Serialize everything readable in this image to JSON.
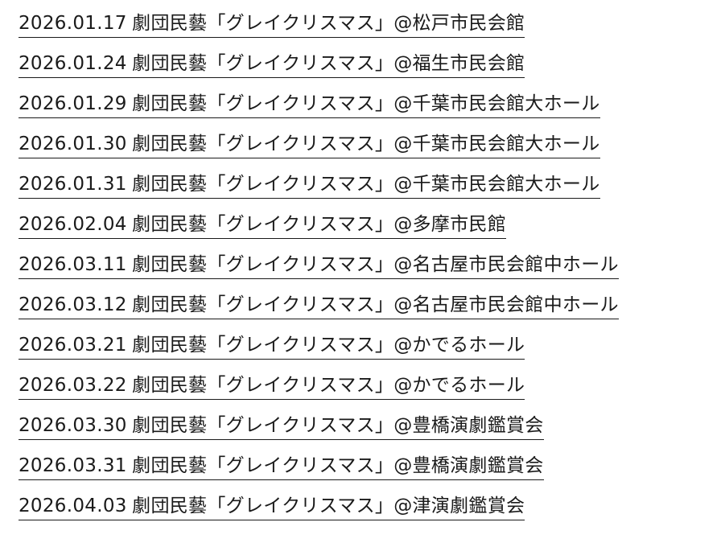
{
  "performances": [
    {
      "date": "2026.01.17",
      "title": "劇団民藝「グレイクリスマス」",
      "venue": "@松戸市民会館"
    },
    {
      "date": "2026.01.24",
      "title": "劇団民藝「グレイクリスマス」",
      "venue": "@福生市民会館"
    },
    {
      "date": "2026.01.29",
      "title": "劇団民藝「グレイクリスマス」",
      "venue": "@千葉市民会館大ホール"
    },
    {
      "date": "2026.01.30",
      "title": "劇団民藝「グレイクリスマス」",
      "venue": "@千葉市民会館大ホール"
    },
    {
      "date": "2026.01.31",
      "title": "劇団民藝「グレイクリスマス」",
      "venue": "@千葉市民会館大ホール"
    },
    {
      "date": "2026.02.04",
      "title": "劇団民藝「グレイクリスマス」",
      "venue": "@多摩市民館"
    },
    {
      "date": "2026.03.11",
      "title": "劇団民藝「グレイクリスマス」",
      "venue": "@名古屋市民会館中ホール"
    },
    {
      "date": "2026.03.12",
      "title": "劇団民藝「グレイクリスマス」",
      "venue": "@名古屋市民会館中ホール"
    },
    {
      "date": "2026.03.21",
      "title": "劇団民藝「グレイクリスマス」",
      "venue": "@かでるホール"
    },
    {
      "date": "2026.03.22",
      "title": "劇団民藝「グレイクリスマス」",
      "venue": "@かでるホール"
    },
    {
      "date": "2026.03.30",
      "title": "劇団民藝「グレイクリスマス」",
      "venue": "@豊橋演劇鑑賞会"
    },
    {
      "date": "2026.03.31",
      "title": "劇団民藝「グレイクリスマス」",
      "venue": "@豊橋演劇鑑賞会"
    },
    {
      "date": "2026.04.03",
      "title": "劇団民藝「グレイクリスマス」",
      "venue": "@津演劇鑑賞会"
    }
  ]
}
